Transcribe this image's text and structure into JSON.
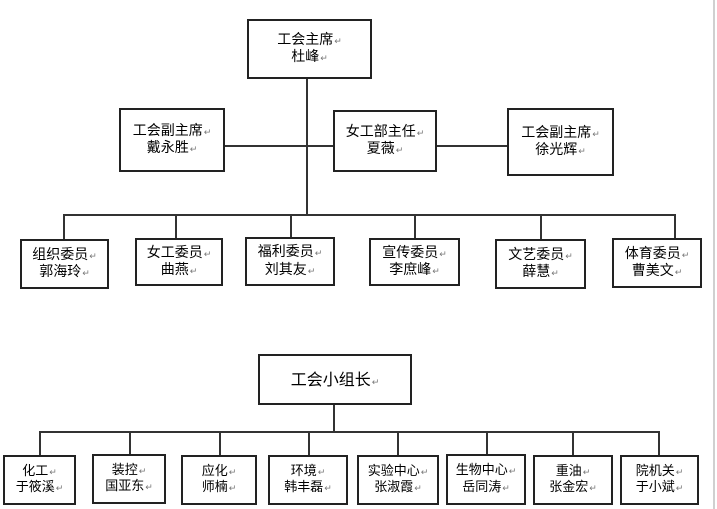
{
  "return_mark": "↵",
  "chart1": {
    "root": {
      "title": "工会主席",
      "name": "杜峰"
    },
    "mid_left": {
      "title": "工会副主席",
      "name": "戴永胜"
    },
    "mid_center": {
      "title": "女工部主任",
      "name": "夏薇"
    },
    "mid_right": {
      "title": "工会副主席",
      "name": "徐光辉"
    },
    "members": [
      {
        "title": "组织委员",
        "name": "郭海玲"
      },
      {
        "title": "女工委员",
        "name": "曲燕"
      },
      {
        "title": "福利委员",
        "name": "刘其友"
      },
      {
        "title": "宣传委员",
        "name": "李庶峰"
      },
      {
        "title": "文艺委员",
        "name": "薛慧"
      },
      {
        "title": "体育委员",
        "name": "曹美文"
      }
    ]
  },
  "chart2": {
    "root": {
      "title": "工会小组长"
    },
    "groups": [
      {
        "title": "化工",
        "name": "于筱溪"
      },
      {
        "title": "装控",
        "name": "国亚东"
      },
      {
        "title": "应化",
        "name": "师楠"
      },
      {
        "title": "环境",
        "name": "韩丰磊"
      },
      {
        "title": "实验中心",
        "name": "张淑霞"
      },
      {
        "title": "生物中心",
        "name": "岳同涛"
      },
      {
        "title": "重油",
        "name": "张金宏"
      },
      {
        "title": "院机关",
        "name": "于小斌"
      }
    ]
  }
}
